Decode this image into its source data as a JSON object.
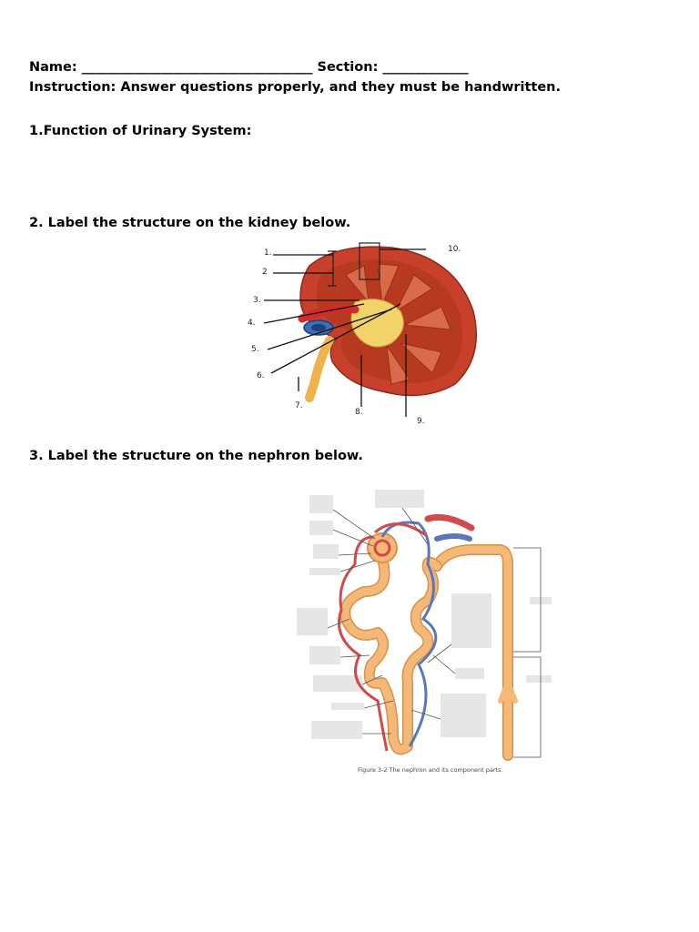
{
  "header": {
    "name_label": "Name: ___________________________________ Section: _____________",
    "instruction": "Instruction: Answer questions properly, and they must be handwritten."
  },
  "questions": [
    {
      "text": "1.Function of Urinary System:"
    },
    {
      "text": "2. Label the structure on the kidney below."
    },
    {
      "text": "3. Label the structure on the nephron below."
    }
  ],
  "kidney_figure": {
    "labels": [
      "1.",
      "2",
      "3.",
      "4.",
      "5.",
      "6.",
      "7.",
      "8.",
      "9.",
      "10."
    ]
  },
  "nephron_figure": {
    "caption": "Figure 3-2 The nephron and its component parts."
  },
  "colors": {
    "cortex": "#c8402c",
    "medulla": "#a8321f",
    "pelvis": "#f2d36a",
    "artery": "#d42a2a",
    "vein": "#3b6fb6",
    "ureter": "#f0b24a",
    "tubule": "#f4b877",
    "tubule_edge": "#d8914a",
    "nephron_artery": "#d24a4a",
    "nephron_vein": "#5a78b8",
    "label_box": "#e6e6e6"
  }
}
